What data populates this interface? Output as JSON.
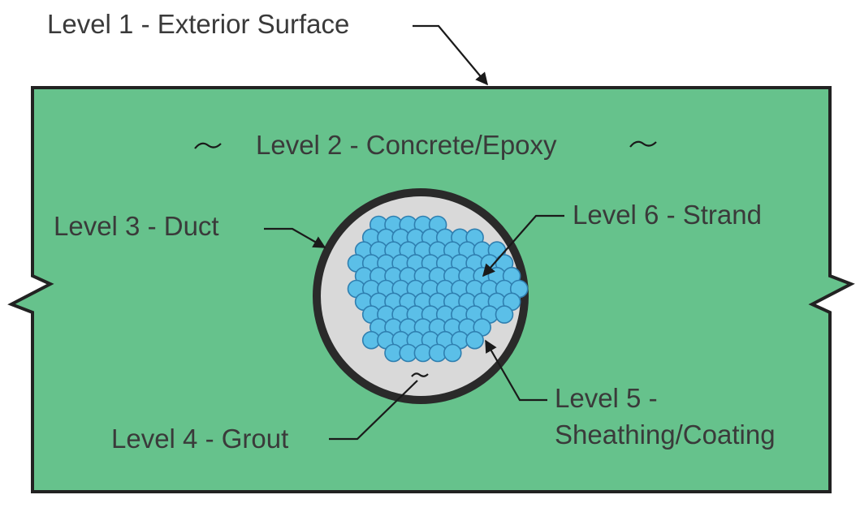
{
  "labels": {
    "level1": "Level 1 - Exterior Surface",
    "level2": "Level 2 - Concrete/Epoxy",
    "level3": "Level 3 - Duct",
    "level4": "Level 4 - Grout",
    "level5_line1": "Level 5 -",
    "level5_line2": "Sheathing/Coating",
    "level6": "Level 6 - Strand"
  },
  "colors": {
    "concrete": "#66c28c",
    "duct": "#2a2a2a",
    "grout": "#d9d9d9",
    "strand": "#5bbfe8",
    "strand_outline": "#2f7fb0",
    "leader": "#1a1a1a",
    "text": "#3a3a3a"
  },
  "icons": {
    "break_symbol": "zigzag-break-line",
    "concrete_symbol": "tilde-wave"
  }
}
